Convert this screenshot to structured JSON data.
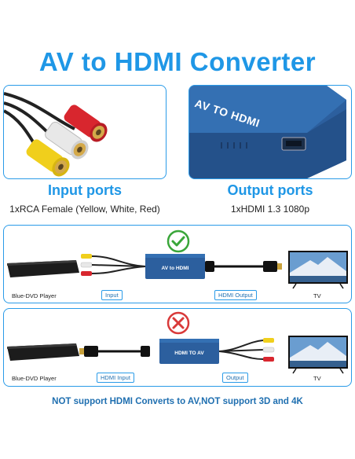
{
  "title": "AV to HDMI Converter",
  "input_panel": {
    "heading": "Input ports",
    "description": "1xRCA Female (Yellow, White, Red)"
  },
  "output_panel": {
    "heading": "Output ports",
    "description": "1xHDMI 1.3 1080p",
    "device_label": "AV TO HDMI"
  },
  "diagram_supported": {
    "status_icon": "check-circle-icon",
    "source_label": "Blue-DVD Player",
    "input_tag": "Input",
    "device_label": "AV to HDMI",
    "output_tag": "HDMI Output",
    "target_label": "TV"
  },
  "diagram_unsupported": {
    "status_icon": "x-circle-icon",
    "source_label": "Blue-DVD Player",
    "input_tag": "HDMI Input",
    "device_label": "HDMI TO AV",
    "output_tag": "Output",
    "target_label": "TV"
  },
  "footer_note": "NOT support HDMI Converts to AV,NOT support 3D and 4K",
  "colors": {
    "accent": "#1f97e6",
    "device_blue": "#2c5f9e",
    "check_green": "#3aa63a",
    "cross_red": "#d93a3a"
  }
}
